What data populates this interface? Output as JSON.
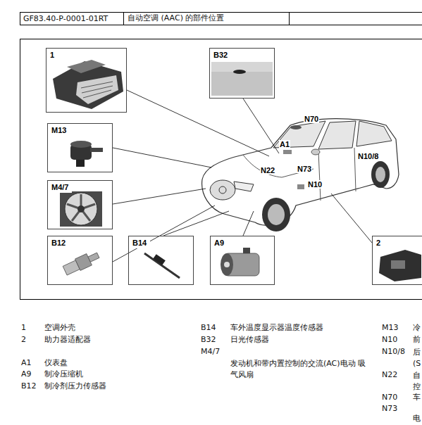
{
  "diagram": {
    "title": "自动空调 (AAC) 的部件位置",
    "nodes": [
      {
        "text": [
          "1"
        ]
      },
      {
        "text": [
          "B32"
        ]
      },
      {
        "text": [
          "M13"
        ]
      },
      {
        "text": [
          "M4/7"
        ]
      },
      {
        "text": [
          "B12"
        ]
      },
      {
        "text": [
          "B14"
        ]
      },
      {
        "text": [
          "A9"
        ]
      },
      {
        "text": [
          "2"
        ]
      }
    ],
    "labels": [
      "GF83.40-P-0001-01RT",
      "N70",
      "A1",
      "N22",
      "N73",
      "N10/8",
      "N10",
      "1",
      "空调外壳",
      "2",
      "助力器适配器",
      "A1",
      "仪表盘",
      "A9",
      "制冷压缩机",
      "B12",
      "制冷剂压力传感器",
      "B14",
      "车外温度显示器温度传感器",
      "B32",
      "日光传感器",
      "M4/7",
      "发动机和带内置控制的交流(AC)电动 吸气风扇",
      "M13",
      "冷",
      "N10",
      "前",
      "N10/8",
      "后 (S",
      "N22",
      "自 控",
      "N70",
      "车",
      "N73",
      "电"
    ]
  }
}
